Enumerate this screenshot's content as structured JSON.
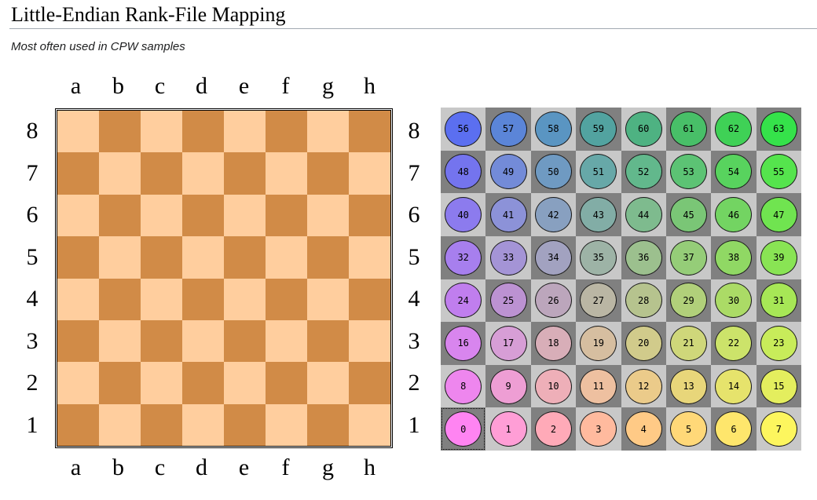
{
  "title": "Little-Endian Rank-File Mapping",
  "subtitle": "Most often used in CPW samples",
  "files": [
    "a",
    "b",
    "c",
    "d",
    "e",
    "f",
    "g",
    "h"
  ],
  "ranks": [
    "8",
    "7",
    "6",
    "5",
    "4",
    "3",
    "2",
    "1"
  ],
  "colors": {
    "light_square": "#ffce9e",
    "dark_square": "#d18b47",
    "map_light": "#c8c8c8",
    "map_dark": "#808080"
  },
  "mapping": [
    [
      {
        "n": "56",
        "c": "#5b6ff0"
      },
      {
        "n": "57",
        "c": "#5b85d8"
      },
      {
        "n": "58",
        "c": "#5a95c2"
      },
      {
        "n": "59",
        "c": "#52a3a0"
      },
      {
        "n": "60",
        "c": "#4eb282"
      },
      {
        "n": "61",
        "c": "#48bf68"
      },
      {
        "n": "62",
        "c": "#3fd156"
      },
      {
        "n": "63",
        "c": "#35e24a"
      }
    ],
    [
      {
        "n": "48",
        "c": "#7474ee"
      },
      {
        "n": "49",
        "c": "#738bd8"
      },
      {
        "n": "50",
        "c": "#6f9ac2"
      },
      {
        "n": "51",
        "c": "#67a8a8"
      },
      {
        "n": "52",
        "c": "#62b88c"
      },
      {
        "n": "53",
        "c": "#5cc374"
      },
      {
        "n": "54",
        "c": "#58d35e"
      },
      {
        "n": "55",
        "c": "#55e44d"
      }
    ],
    [
      {
        "n": "40",
        "c": "#8c7bee"
      },
      {
        "n": "41",
        "c": "#8c92d8"
      },
      {
        "n": "42",
        "c": "#88a0c0"
      },
      {
        "n": "43",
        "c": "#82ada6"
      },
      {
        "n": "44",
        "c": "#7ebb8e"
      },
      {
        "n": "45",
        "c": "#7ac676"
      },
      {
        "n": "46",
        "c": "#73d462"
      },
      {
        "n": "47",
        "c": "#70e450"
      }
    ],
    [
      {
        "n": "32",
        "c": "#a77fee"
      },
      {
        "n": "33",
        "c": "#a494d6"
      },
      {
        "n": "34",
        "c": "#a2a2c0"
      },
      {
        "n": "35",
        "c": "#9db3a6"
      },
      {
        "n": "36",
        "c": "#9cc08e"
      },
      {
        "n": "37",
        "c": "#95cd78"
      },
      {
        "n": "38",
        "c": "#90d864"
      },
      {
        "n": "39",
        "c": "#89e454"
      }
    ],
    [
      {
        "n": "24",
        "c": "#c07eee"
      },
      {
        "n": "25",
        "c": "#bc92d2"
      },
      {
        "n": "26",
        "c": "#bca6bc"
      },
      {
        "n": "27",
        "c": "#bab6a4"
      },
      {
        "n": "28",
        "c": "#b6c38e"
      },
      {
        "n": "29",
        "c": "#b1d07a"
      },
      {
        "n": "30",
        "c": "#abdb66"
      },
      {
        "n": "31",
        "c": "#a7e756"
      }
    ],
    [
      {
        "n": "16",
        "c": "#d885ee"
      },
      {
        "n": "17",
        "c": "#d79ed6"
      },
      {
        "n": "18",
        "c": "#d8aeb8"
      },
      {
        "n": "19",
        "c": "#d6bea0"
      },
      {
        "n": "20",
        "c": "#d1cb8b"
      },
      {
        "n": "21",
        "c": "#cfd77a"
      },
      {
        "n": "22",
        "c": "#cce36a"
      },
      {
        "n": "23",
        "c": "#c8ec5a"
      }
    ],
    [
      {
        "n": "8",
        "c": "#ee86ee"
      },
      {
        "n": "9",
        "c": "#ee9ed4"
      },
      {
        "n": "10",
        "c": "#eeafb8"
      },
      {
        "n": "11",
        "c": "#eec0a0"
      },
      {
        "n": "12",
        "c": "#ebcb8a"
      },
      {
        "n": "13",
        "c": "#e8d67a"
      },
      {
        "n": "14",
        "c": "#e6e36c"
      },
      {
        "n": "15",
        "c": "#e4ee5e"
      }
    ],
    [
      {
        "n": "0",
        "c": "#ff84f2"
      },
      {
        "n": "1",
        "c": "#ff9ed6"
      },
      {
        "n": "2",
        "c": "#ffaab8"
      },
      {
        "n": "3",
        "c": "#ffba9e"
      },
      {
        "n": "4",
        "c": "#ffca86"
      },
      {
        "n": "5",
        "c": "#ffd878"
      },
      {
        "n": "6",
        "c": "#fee66c"
      },
      {
        "n": "7",
        "c": "#fdf65e"
      }
    ]
  ]
}
